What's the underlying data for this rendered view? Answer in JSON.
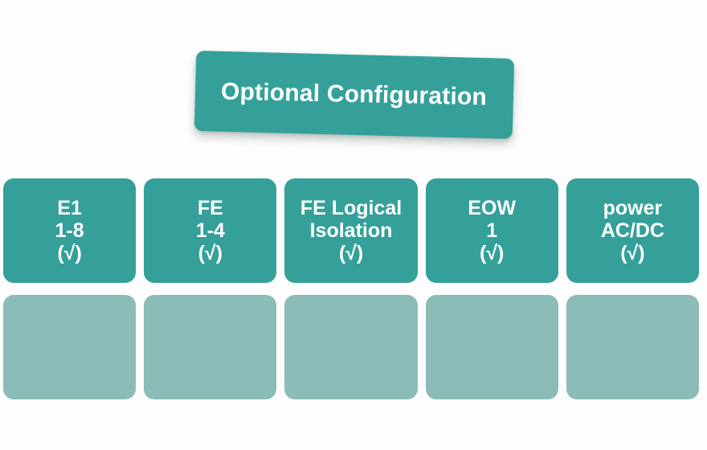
{
  "page": {
    "background_color": "#fdfdfd",
    "accent_color": "#35a09a",
    "muted_color": "#8bbcb8",
    "text_color": "#ffffff"
  },
  "banner": {
    "title": "Optional Configuration"
  },
  "cards": [
    {
      "name": "E1",
      "line1": "E1",
      "line2": "1-8",
      "check": "(√)"
    },
    {
      "name": "FE",
      "line1": "FE",
      "line2": "1-4",
      "check": "(√)"
    },
    {
      "name": "FE Logical Isolation",
      "line1": "FE Logical",
      "line2": "Isolation",
      "check": "(√)"
    },
    {
      "name": "EOW",
      "line1": "EOW",
      "line2": "1",
      "check": "(√)"
    },
    {
      "name": "power AC/DC",
      "line1": "power",
      "line2": "AC/DC",
      "check": "(√)"
    }
  ],
  "slots": [
    {
      "label": ""
    },
    {
      "label": ""
    },
    {
      "label": ""
    },
    {
      "label": ""
    },
    {
      "label": ""
    }
  ]
}
